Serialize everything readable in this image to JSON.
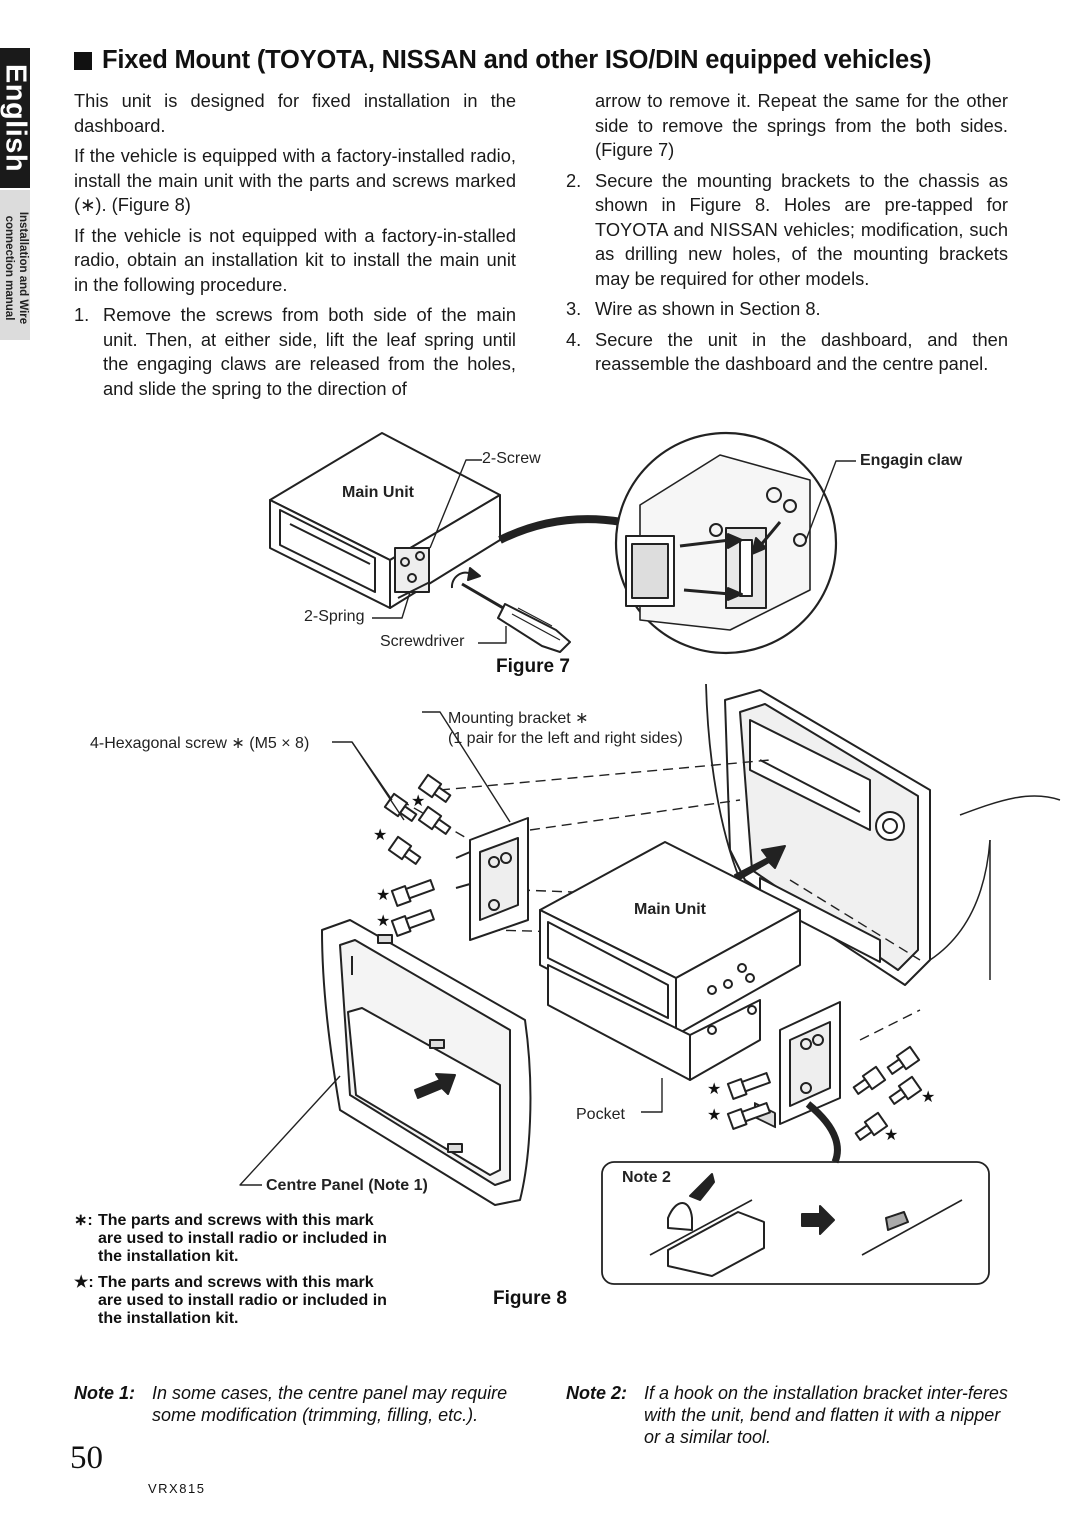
{
  "sidebar": {
    "language": "English",
    "section_line1": "Installation and Wire",
    "section_line2": "connection manual"
  },
  "title": "Fixed Mount (TOYOTA, NISSAN and other ISO/DIN equipped vehicles)",
  "left_column": {
    "p1": "This unit is designed for fixed installation in the dashboard.",
    "p2": "If the vehicle is equipped with a factory-installed radio, install the main unit with the parts and screws marked (∗). (Figure 8)",
    "p3": "If the vehicle is not equipped with a factory-in-stalled radio, obtain an installation kit to install the main unit in the following procedure.",
    "step1_num": "1.",
    "step1": "Remove the screws from both side of the main unit. Then, at either side, lift the leaf spring until the engaging claws are released from the holes, and slide the spring to the direction of"
  },
  "right_column": {
    "step1_cont": "arrow to remove it. Repeat the same for the other side to remove the springs from the both sides. (Figure 7)",
    "step2_num": "2.",
    "step2": "Secure the mounting brackets to the chassis as shown in Figure 8. Holes are pre-tapped for TOYOTA and NISSAN vehicles; modification, such as drilling new holes, of the mounting brackets may be required for other models.",
    "step3_num": "3.",
    "step3": "Wire as shown in Section 8.",
    "step4_num": "4.",
    "step4": "Secure the unit in the dashboard, and then reassemble the dashboard and the centre panel."
  },
  "figure7": {
    "screw_label": "2-Screw",
    "main_unit_label": "Main Unit",
    "spring_label": "2-Spring",
    "screwdriver_label": "Screwdriver",
    "claw_label": "Engagin claw",
    "caption": "Figure 7"
  },
  "figure8": {
    "hex_screw_label": "4-Hexagonal screw ∗ (M5 × 8)",
    "bracket_label": "Mounting bracket ∗",
    "bracket_sub": "(1 pair for the left and right sides)",
    "main_unit_label": "Main Unit",
    "pocket_label": "Pocket",
    "centre_panel_label": "Centre Panel (Note 1)",
    "note2_label": "Note 2",
    "caption": "Figure 8"
  },
  "legend": {
    "asterisk_mark": "∗:",
    "asterisk_line1": "The parts and screws with this mark",
    "asterisk_line2": "are used to install radio or included in",
    "asterisk_line3": "the installation kit.",
    "star_mark": "★:",
    "star_line1": "The parts and screws with this mark",
    "star_line2": "are used to install radio or included in",
    "star_line3": "the installation kit."
  },
  "notes": {
    "note1_label": "Note 1:",
    "note1": "In some cases, the centre panel may require some modification (trimming, filling, etc.).",
    "note2_label": "Note 2:",
    "note2": "If a hook on the installation bracket inter-feres with the unit, bend and flatten it with a nipper or a similar tool."
  },
  "footer": {
    "page_number": "50",
    "model": "VRX815"
  }
}
